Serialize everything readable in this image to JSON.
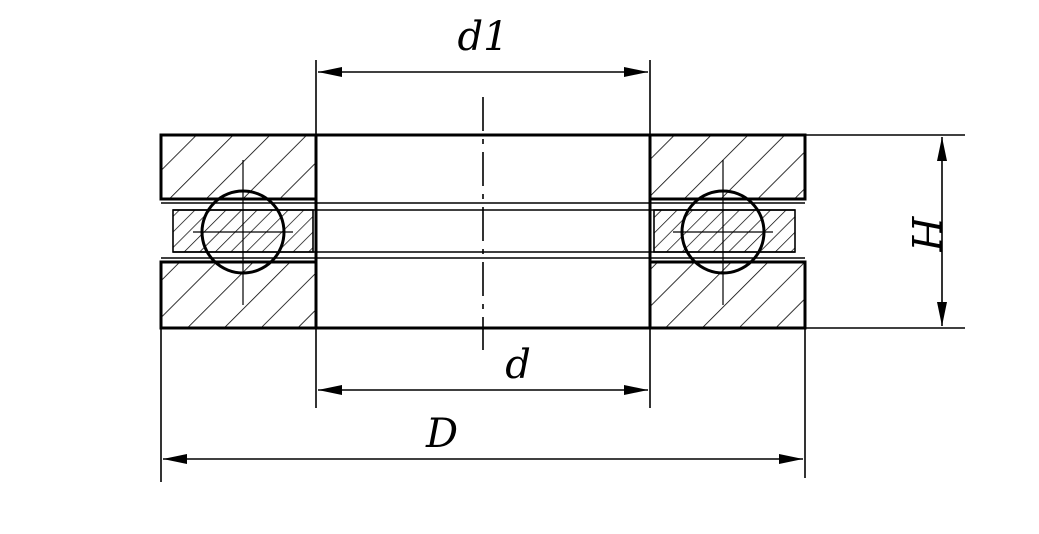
{
  "labels": {
    "d1": "d1",
    "d": "d",
    "D": "D",
    "H": "H"
  },
  "colors": {
    "line": "#000000",
    "background": "#ffffff"
  }
}
